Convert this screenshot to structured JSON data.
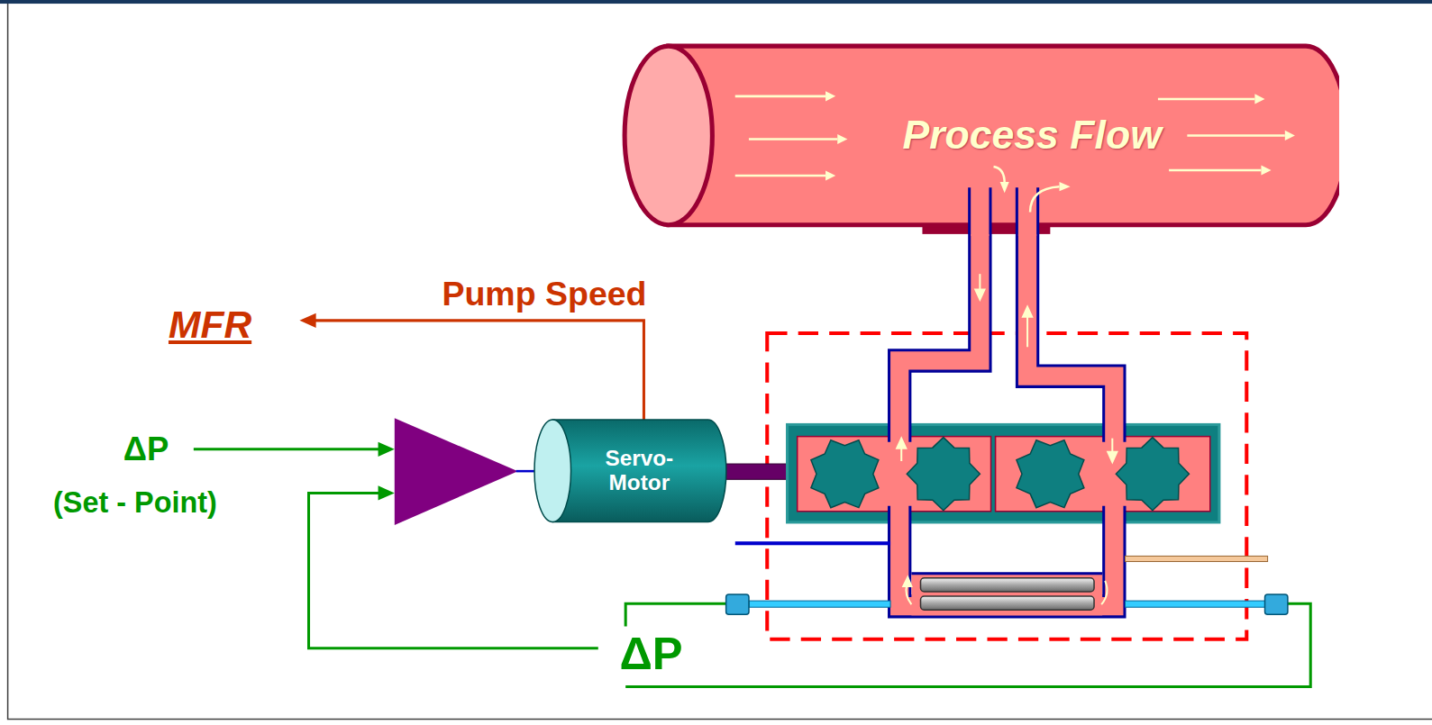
{
  "diagram": {
    "nodes": [
      {
        "text": [
          "Process Flow"
        ]
      },
      {
        "text": [
          "Servo- Motor"
        ]
      }
    ],
    "labels": [
      "Pump Speed",
      "MFR",
      "ΔP",
      "(Set - Point)",
      "ΔP"
    ]
  }
}
